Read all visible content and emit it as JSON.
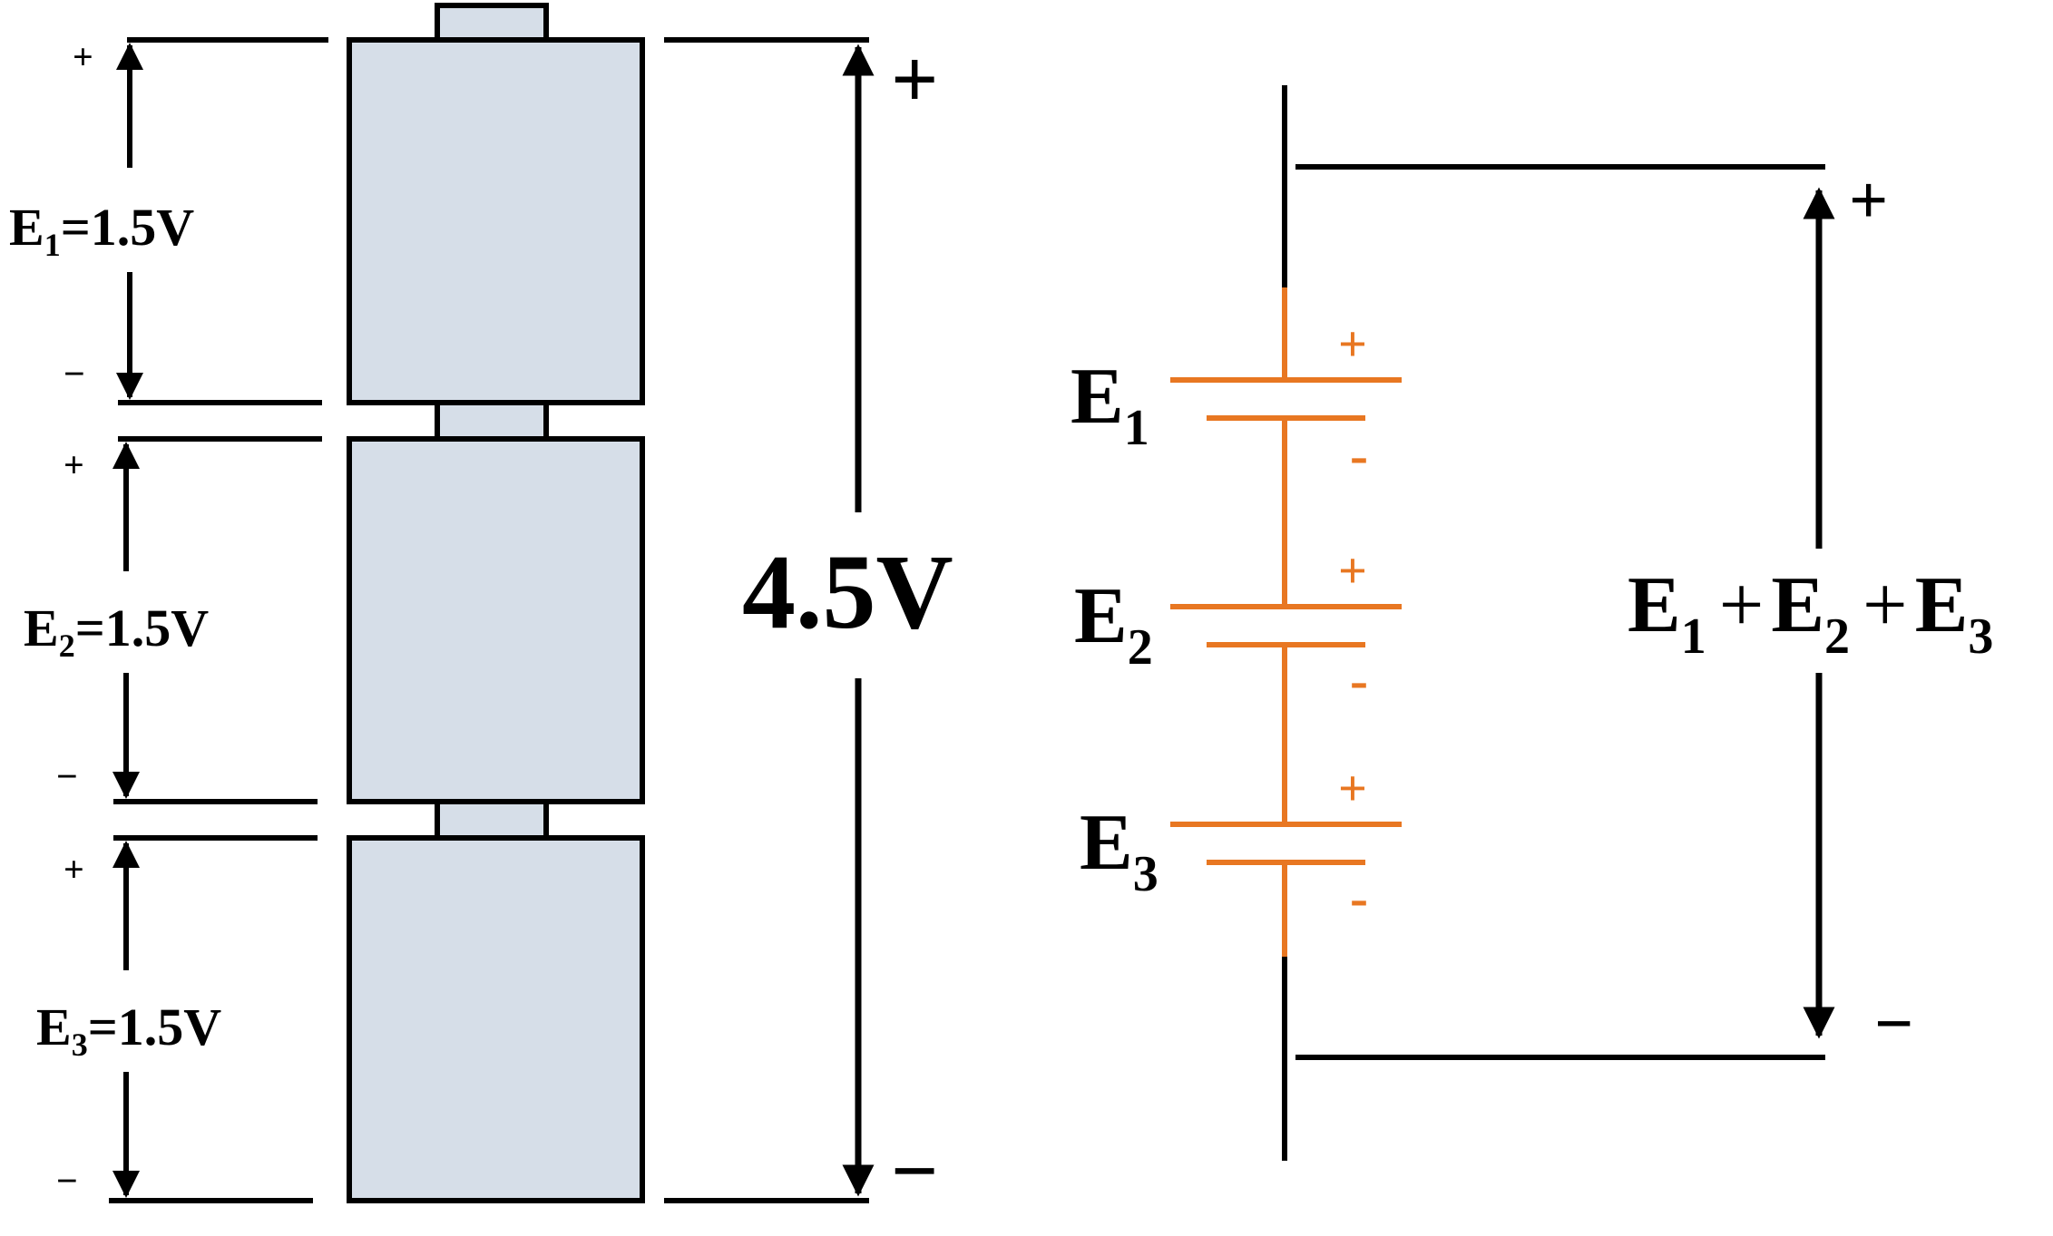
{
  "left": {
    "cells": [
      {
        "label_main": "E",
        "label_sub": "1",
        "label_value": "=1.5V",
        "plus": "+",
        "minus": "−"
      },
      {
        "label_main": "E",
        "label_sub": "2",
        "label_value": "=1.5V",
        "plus": "+",
        "minus": "−"
      },
      {
        "label_main": "E",
        "label_sub": "3",
        "label_value": "=1.5V",
        "plus": "+",
        "minus": "−"
      }
    ],
    "total": {
      "value": "4.5V",
      "plus": "+",
      "minus": "−"
    }
  },
  "right": {
    "sources": [
      {
        "main": "E",
        "sub": "1",
        "plus": "+",
        "minus": "-"
      },
      {
        "main": "E",
        "sub": "2",
        "plus": "+",
        "minus": "-"
      },
      {
        "main": "E",
        "sub": "3",
        "plus": "+",
        "minus": "-"
      }
    ],
    "sum": {
      "e": "E",
      "s1": "1",
      "op1": "+",
      "s2": "2",
      "op2": "+",
      "s3": "3"
    },
    "plus": "+",
    "minus": "−"
  },
  "colors": {
    "cell_fill": "#d6dee8",
    "stroke": "#000000",
    "accent": "#e87722"
  }
}
